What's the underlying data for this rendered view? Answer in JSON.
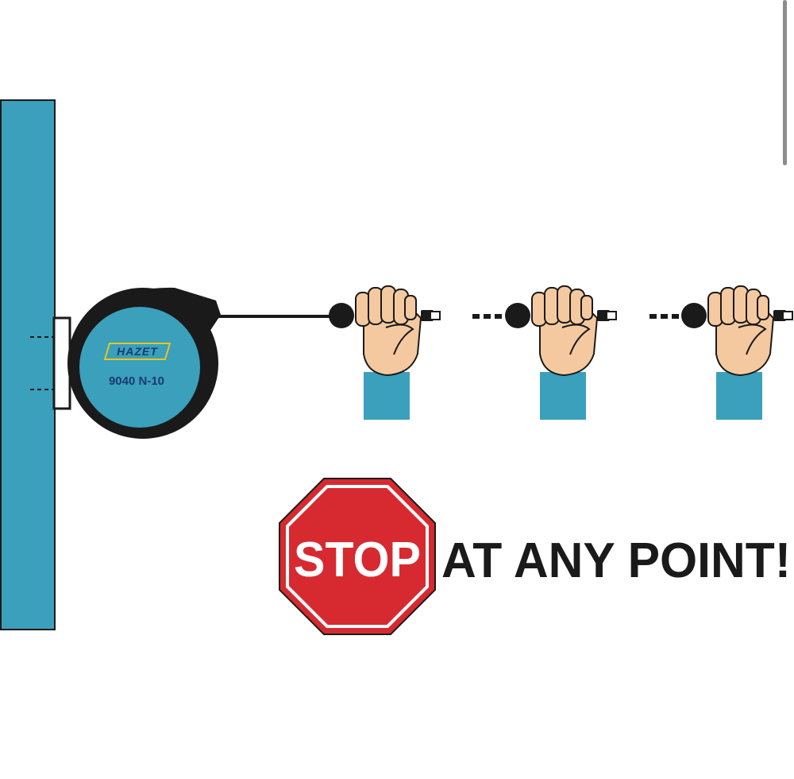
{
  "reel": {
    "brand": "HAZET",
    "model": "9040 N-10"
  },
  "stop_sign": {
    "label": "STOP"
  },
  "headline": {
    "text": "AT ANY POINT!"
  },
  "colors": {
    "wall": "#3aa0bc",
    "reel_face": "#3aa0bc",
    "reel_body": "#1a1a1a",
    "skin": "#f4c9a0",
    "sleeve": "#3aa0bc",
    "stop_red": "#d62a30",
    "outline": "#1a1a1a"
  },
  "icons": [
    "wall-icon",
    "cable-reel-icon",
    "fist-icon",
    "stop-sign-icon"
  ]
}
